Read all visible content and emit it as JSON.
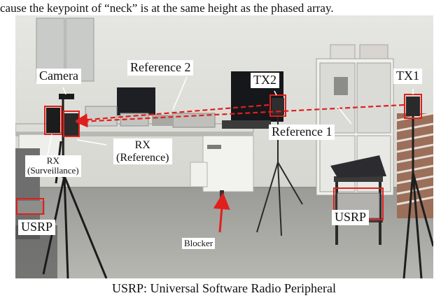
{
  "top_text": "cause the keypoint of “neck” is at the same height as the phased array.",
  "caption": "USRP: Universal Software Radio Peripheral",
  "labels": {
    "camera": "Camera",
    "reference2": "Reference  2",
    "tx2": "TX2",
    "tx1": "TX1",
    "reference1": "Reference  1",
    "rx_reference_line1": "RX",
    "rx_reference_line2": "(Reference)",
    "rx_surveillance_line1": "RX",
    "rx_surveillance_line2": "(Surveillance)",
    "usrp_left": "USRP",
    "usrp_right": "USRP",
    "blocker": "Blocker"
  },
  "colors": {
    "highlight_box": "#e0201c",
    "signal_path": "#e0201c",
    "label_background": "#ffffff"
  }
}
